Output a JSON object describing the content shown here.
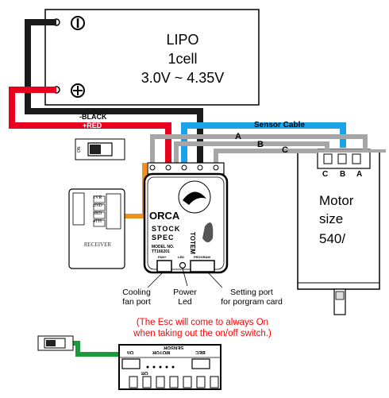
{
  "battery": {
    "title": "LIPO",
    "cells": "1cell",
    "voltage_range": "3.0V ~ 4.35V",
    "terminal_negative": "⊖",
    "terminal_positive": "⊕"
  },
  "wires": {
    "black_label": "-BLACK",
    "red_label": "+RED",
    "sensor_cable": "Sensor Cable",
    "phase_a": "A",
    "phase_b": "B",
    "phase_c": "C"
  },
  "motor": {
    "pins": [
      "C",
      "B",
      "A"
    ],
    "label_line1": "Motor",
    "label_line2": "size",
    "label_line3": "540/"
  },
  "esc": {
    "brand": "ORCA",
    "series_line1": "STOCK",
    "series_line2": "SPEC",
    "model_label": "MODEL NO.",
    "model_number": "TT166201",
    "side_text": "TOTEM",
    "port_fan": "FAN+",
    "port_led": "LED",
    "port_program": "PROGRAM"
  },
  "receiver": {
    "name": "RECEIVER",
    "channels": [
      "1VR",
      "2ND",
      "3RD",
      "4TH"
    ]
  },
  "annotations": {
    "cooling_line1": "Cooling",
    "cooling_line2": "fan port",
    "power_line1": "Power",
    "power_line2": "Led",
    "setting_line1": "Setting port",
    "setting_line2": "for porgram card"
  },
  "note": {
    "line1": "(The Esc will come to always On",
    "line2": "when taking out the on/off switch.)"
  },
  "esc_bottom": {
    "motor_label": "MOTOR",
    "sensor_label": "SENSOR",
    "on_label": "On",
    "bec_label": "BEC",
    "off_label": "Off"
  },
  "colors": {
    "black_wire": "#1a1a1a",
    "red_wire": "#e8001c",
    "sensor_wire": "#1aa3e8",
    "phase_wire": "#a6a6a6",
    "orange_wire": "#f0901e",
    "green_wire": "#1a9a3a",
    "note_text": "#ff0000"
  }
}
